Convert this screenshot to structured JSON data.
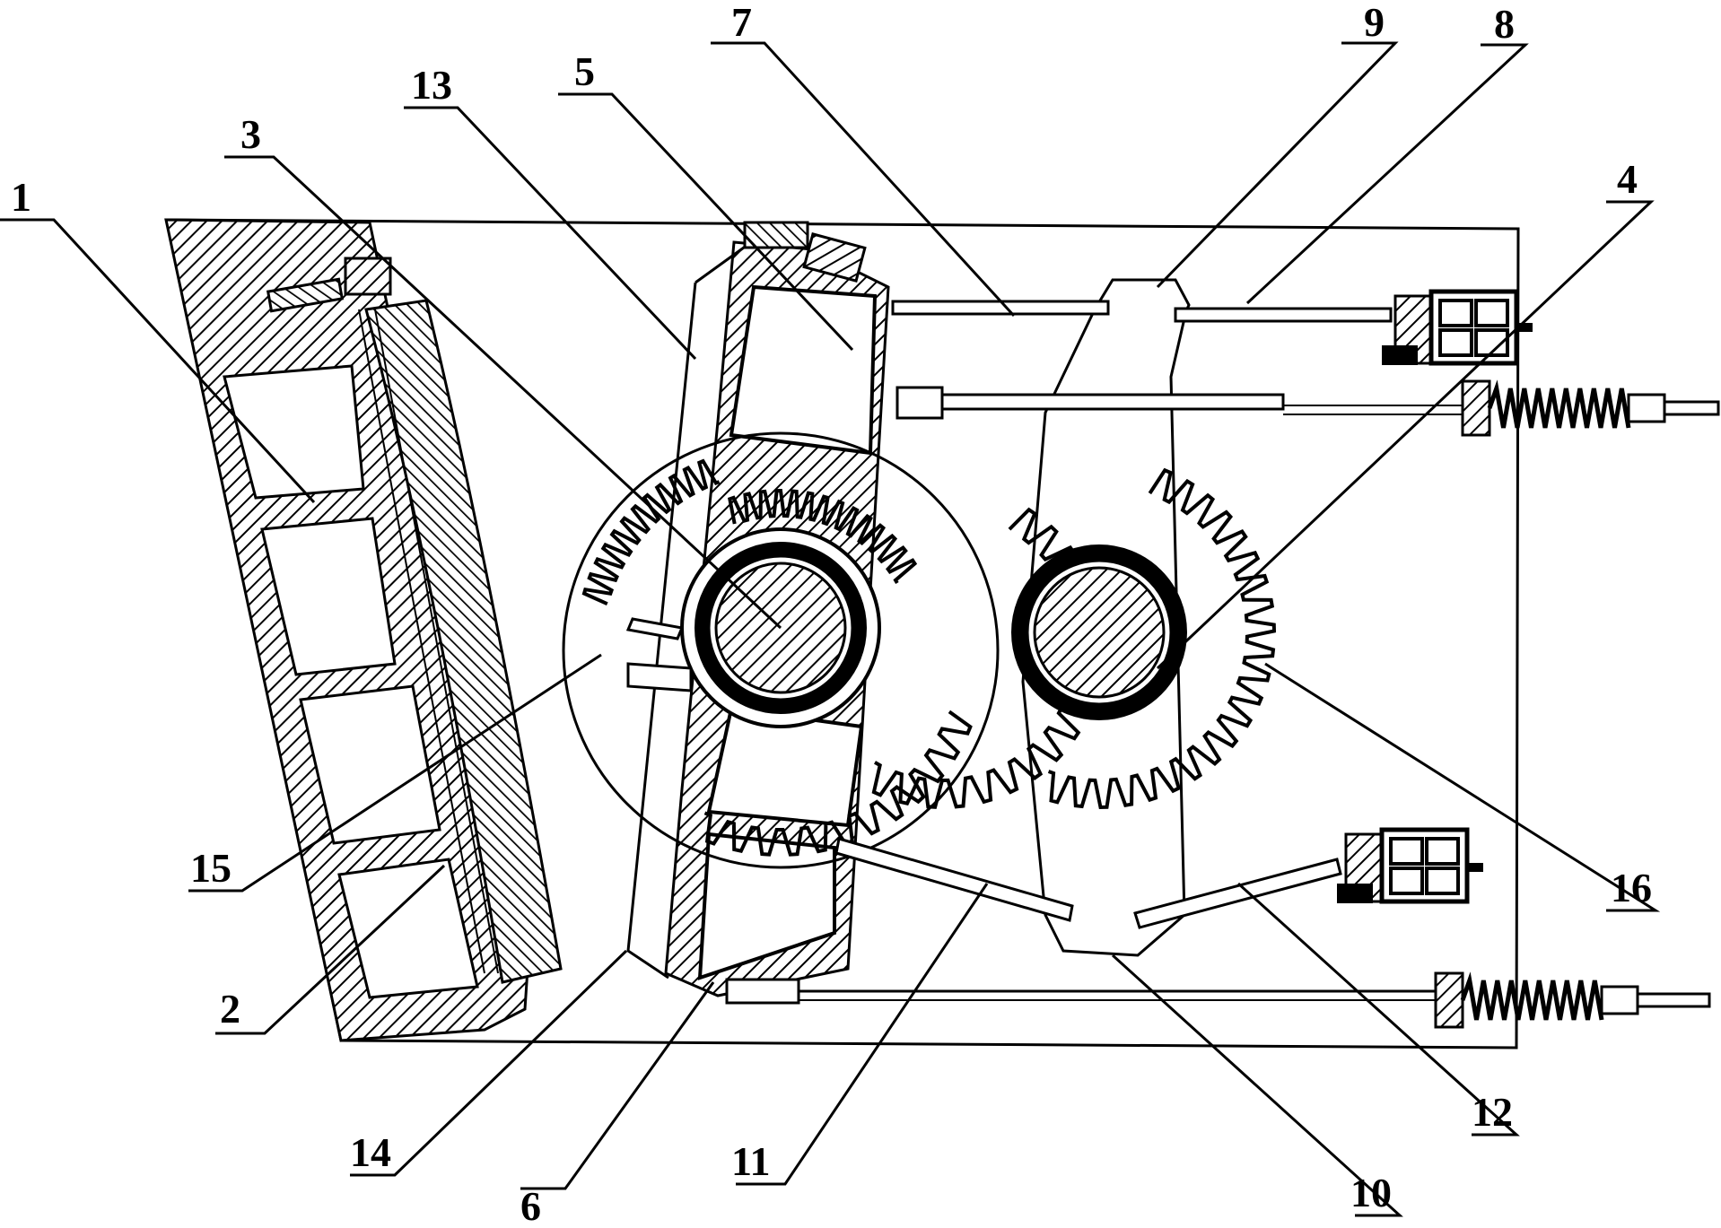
{
  "figure": {
    "labels": [
      "1",
      "2",
      "3",
      "4",
      "5",
      "6",
      "7",
      "8",
      "9",
      "10",
      "11",
      "12",
      "13",
      "14",
      "15",
      "16"
    ]
  },
  "colors": {
    "ink": "#000000",
    "paper": "#ffffff"
  }
}
